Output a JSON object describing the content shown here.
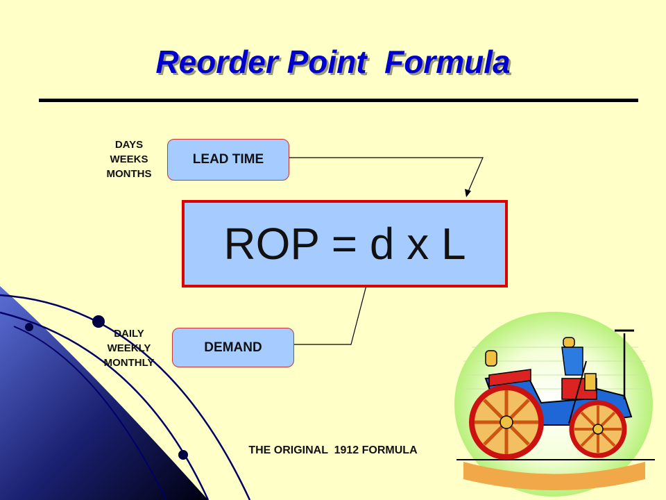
{
  "slide": {
    "title": "Reorder Point  Formula",
    "lead_time": {
      "label": "LEAD TIME",
      "units": [
        "DAYS",
        "WEEKS",
        "MONTHS"
      ]
    },
    "demand": {
      "label": "DEMAND",
      "units": [
        "DAILY",
        "WEEKLY",
        "MONTHLY"
      ]
    },
    "formula": "ROP = d x L",
    "caption": "THE ORIGINAL  1912 FORMULA"
  },
  "colors": {
    "background": "#ffffc8",
    "title": "#0000cc",
    "box_fill": "#a6ccff",
    "formula_border": "#dd0000",
    "decor_dark": "#000033"
  }
}
